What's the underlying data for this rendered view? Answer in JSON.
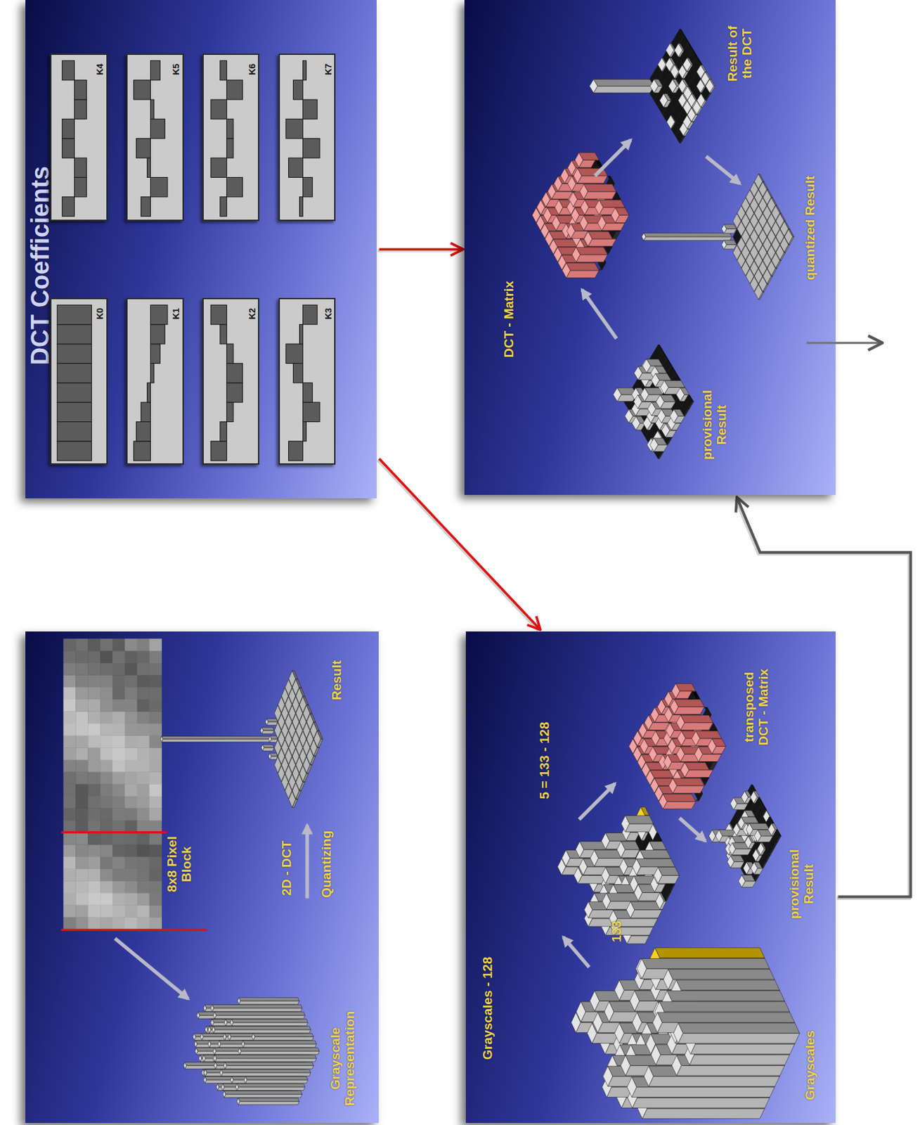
{
  "diagram": {
    "nodes": [
      {
        "text": [
          "8x8 Pixel Block",
          "Grayscale Representation",
          "2D - DCT",
          "Quantizing",
          "Result"
        ]
      },
      {
        "text": [
          "DCT Coefficients"
        ]
      },
      {
        "text": [
          "K0"
        ],
        "in": 1
      },
      {
        "text": [
          "K1"
        ],
        "in": 1
      },
      {
        "text": [
          "K2"
        ],
        "in": 1
      },
      {
        "text": [
          "K3"
        ],
        "in": 1
      },
      {
        "text": [
          "K4"
        ],
        "in": 1
      },
      {
        "text": [
          "K5"
        ],
        "in": 1
      },
      {
        "text": [
          "K6"
        ],
        "in": 1
      },
      {
        "text": [
          "K7"
        ],
        "in": 1
      },
      {
        "text": [
          "Grayscales - 128",
          "5 = 133 - 128",
          "133",
          "transposed DCT - Matrix",
          "provisional Result",
          "Grayscales"
        ]
      },
      {
        "text": [
          "DCT - Matrix",
          "Result of the DCT",
          "provisional Result",
          "quantized Result"
        ]
      }
    ],
    "edges": [
      {
        "from": 1,
        "to": 10,
        "arrow": "to"
      },
      {
        "from": 1,
        "to": 11,
        "arrow": "to"
      },
      {
        "from": 10,
        "to": 11,
        "arrow": "to"
      }
    ]
  }
}
